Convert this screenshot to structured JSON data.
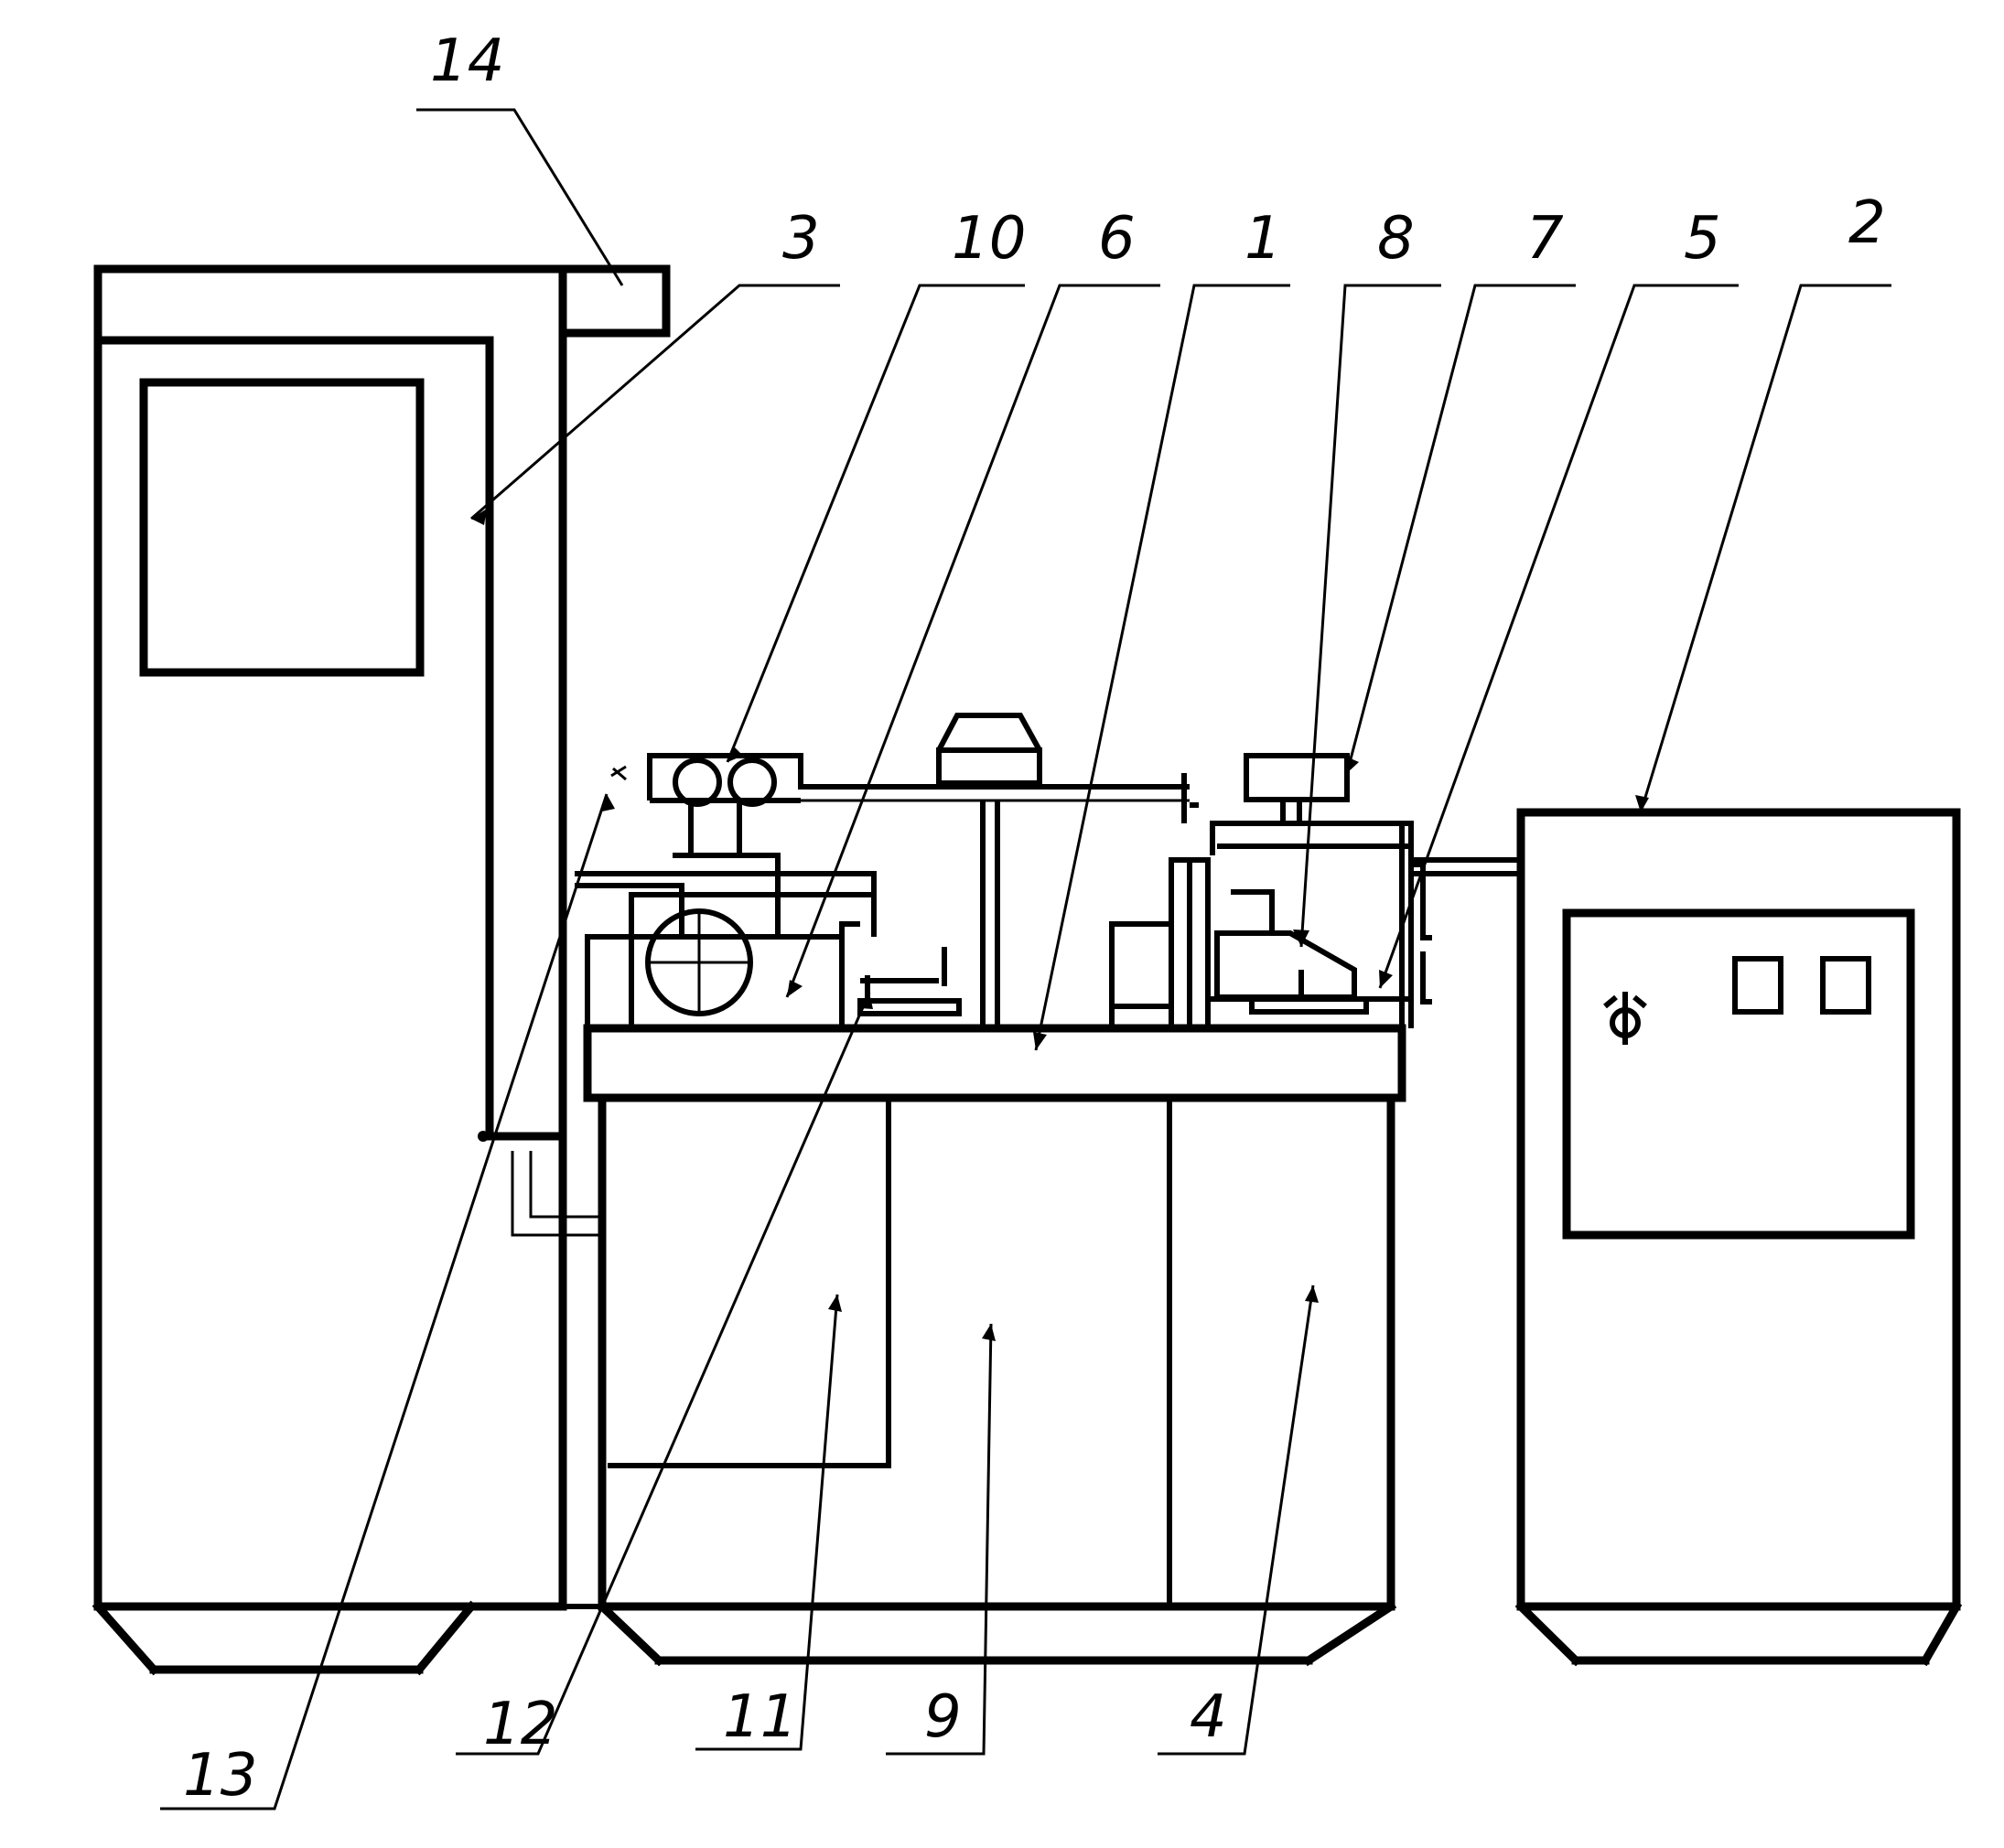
{
  "callouts": [
    "14",
    "3",
    "10",
    "6",
    "1",
    "8",
    "7",
    "5",
    "2",
    "13",
    "12",
    "11",
    "9",
    "4"
  ],
  "icons": [
    "power-switch-symbol-icon"
  ],
  "colors": {
    "line": "#000000",
    "background": "#ffffff"
  }
}
